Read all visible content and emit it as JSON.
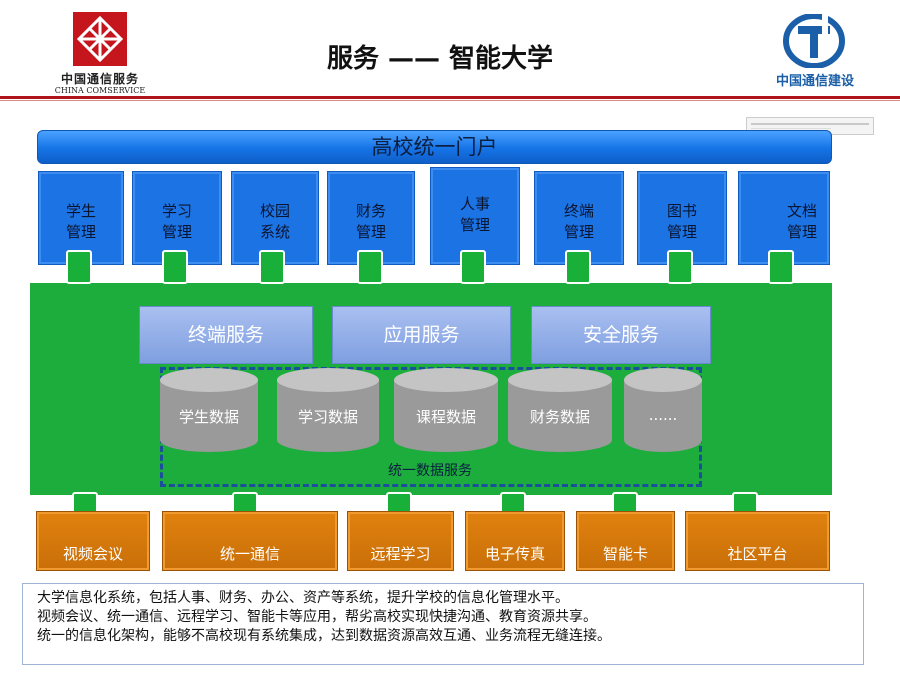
{
  "header": {
    "left_logo_cn": "中国通信服务",
    "left_logo_en": "CHINA COMSERVICE",
    "title": "服务 —— 智能大学",
    "right_logo_cn": "中国通信建设",
    "colors": {
      "rule": "#b0141b",
      "left_logo": "#c4161c",
      "right_logo": "#1a5fa8"
    }
  },
  "portal": {
    "label": "高校统一门户"
  },
  "modules": [
    {
      "line1": "学生",
      "line2": "管理"
    },
    {
      "line1": "学习",
      "line2": "管理"
    },
    {
      "line1": "校园",
      "line2": "系统"
    },
    {
      "line1": "财务",
      "line2": "管理"
    },
    {
      "line1": "人事",
      "line2": "管理"
    },
    {
      "line1": "终端",
      "line2": "管理"
    },
    {
      "line1": "图书",
      "line2": "管理"
    },
    {
      "line1": "文档",
      "line2": "管理"
    }
  ],
  "services": [
    "终端服务",
    "应用服务",
    "安全服务"
  ],
  "databases": [
    "学生数据",
    "学习数据",
    "课程数据",
    "财务数据",
    "......"
  ],
  "data_service_label": "统一数据服务",
  "applications": [
    "视频会议",
    "统一通信",
    "远程学习",
    "电子传真",
    "智能卡",
    "社区平台"
  ],
  "description": [
    "大学信息化系统，包括人事、财务、办公、资产等系统，提升学校的信息化管理水平。",
    "视频会议、统一通信、远程学习、智能卡等应用，帮劣高校实现快捷沟通、教育资源共享。",
    "统一的信息化架构，能够不高校现有系统集成，达到数据资源高效互通、业务流程无缝连接。"
  ],
  "colors": {
    "blue": "#1c73e3",
    "green": "#1cad3c",
    "orange": "#d9780b",
    "service": "#8fa9e6",
    "db": "#9a9a9a"
  }
}
